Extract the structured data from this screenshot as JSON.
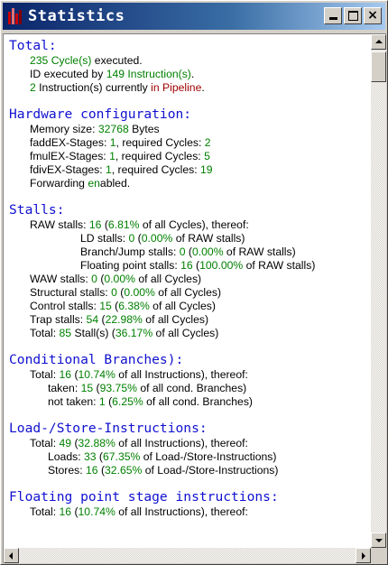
{
  "window": {
    "title": "Statistics",
    "minimize_label": "",
    "maximize_label": "",
    "close_label": "×"
  },
  "icon_colors": [
    "#cc0000",
    "#e07070",
    "#cc0000",
    "#800000"
  ],
  "sections": [
    {
      "heading": "Total:",
      "lines": [
        {
          "level": 1,
          "parts": [
            {
              "t": "235 Cycle(s)",
              "c": "g"
            },
            {
              "t": " executed."
            }
          ]
        },
        {
          "level": 1,
          "parts": [
            {
              "t": "ID executed by "
            },
            {
              "t": "149 Instruction(s)",
              "c": "g"
            },
            {
              "t": "."
            }
          ]
        },
        {
          "level": 1,
          "parts": [
            {
              "t": "2",
              "c": "g"
            },
            {
              "t": " Instruction(s) currently "
            },
            {
              "t": "in Pipeline",
              "c": "r"
            },
            {
              "t": "."
            }
          ]
        }
      ]
    },
    {
      "heading": "Hardware configuration:",
      "lines": [
        {
          "level": 1,
          "parts": [
            {
              "t": "Memory size: "
            },
            {
              "t": "32768",
              "c": "g"
            },
            {
              "t": " Bytes"
            }
          ]
        },
        {
          "level": 1,
          "parts": [
            {
              "t": "faddEX-Stages: "
            },
            {
              "t": "1",
              "c": "g"
            },
            {
              "t": ", required Cycles: "
            },
            {
              "t": "2",
              "c": "g"
            }
          ]
        },
        {
          "level": 1,
          "parts": [
            {
              "t": "fmulEX-Stages: "
            },
            {
              "t": "1",
              "c": "g"
            },
            {
              "t": ", required Cycles: "
            },
            {
              "t": "5",
              "c": "g"
            }
          ]
        },
        {
          "level": 1,
          "parts": [
            {
              "t": "fdivEX-Stages: "
            },
            {
              "t": "1",
              "c": "g"
            },
            {
              "t": ", required Cycles: "
            },
            {
              "t": "19",
              "c": "g"
            }
          ]
        },
        {
          "level": 1,
          "parts": [
            {
              "t": "Forwarding "
            },
            {
              "t": "en",
              "c": "g"
            },
            {
              "t": "abled."
            }
          ]
        }
      ]
    },
    {
      "heading": "Stalls:",
      "lines": [
        {
          "level": 1,
          "parts": [
            {
              "t": "RAW stalls: "
            },
            {
              "t": "16",
              "c": "g"
            },
            {
              "t": " ("
            },
            {
              "t": "6.81%",
              "c": "g"
            },
            {
              "t": " of all Cycles), thereof:"
            }
          ]
        },
        {
          "level": 3,
          "parts": [
            {
              "t": "LD stalls: "
            },
            {
              "t": "0",
              "c": "g"
            },
            {
              "t": " ("
            },
            {
              "t": "0.00%",
              "c": "g"
            },
            {
              "t": " of RAW stalls)"
            }
          ]
        },
        {
          "level": 3,
          "parts": [
            {
              "t": "Branch/Jump stalls: "
            },
            {
              "t": "0",
              "c": "g"
            },
            {
              "t": " ("
            },
            {
              "t": "0.00%",
              "c": "g"
            },
            {
              "t": " of RAW stalls)"
            }
          ]
        },
        {
          "level": 3,
          "parts": [
            {
              "t": "Floating point stalls: "
            },
            {
              "t": "16",
              "c": "g"
            },
            {
              "t": " ("
            },
            {
              "t": "100.00%",
              "c": "g"
            },
            {
              "t": " of RAW stalls)"
            }
          ]
        },
        {
          "level": 1,
          "parts": [
            {
              "t": "WAW stalls: "
            },
            {
              "t": "0",
              "c": "g"
            },
            {
              "t": " ("
            },
            {
              "t": "0.00%",
              "c": "g"
            },
            {
              "t": " of all Cycles)"
            }
          ]
        },
        {
          "level": 1,
          "parts": [
            {
              "t": "Structural stalls: "
            },
            {
              "t": "0",
              "c": "g"
            },
            {
              "t": " ("
            },
            {
              "t": "0.00%",
              "c": "g"
            },
            {
              "t": " of all Cycles)"
            }
          ]
        },
        {
          "level": 1,
          "parts": [
            {
              "t": "Control stalls: "
            },
            {
              "t": "15",
              "c": "g"
            },
            {
              "t": " ("
            },
            {
              "t": "6.38%",
              "c": "g"
            },
            {
              "t": " of all Cycles)"
            }
          ]
        },
        {
          "level": 1,
          "parts": [
            {
              "t": "Trap stalls: "
            },
            {
              "t": "54",
              "c": "g"
            },
            {
              "t": " ("
            },
            {
              "t": "22.98%",
              "c": "g"
            },
            {
              "t": " of all Cycles)"
            }
          ]
        },
        {
          "level": 1,
          "parts": [
            {
              "t": "Total: "
            },
            {
              "t": "85",
              "c": "g"
            },
            {
              "t": " Stall(s) ("
            },
            {
              "t": "36.17%",
              "c": "g"
            },
            {
              "t": " of all Cycles)"
            }
          ]
        }
      ]
    },
    {
      "heading": "Conditional Branches):",
      "lines": [
        {
          "level": 1,
          "parts": [
            {
              "t": "Total: "
            },
            {
              "t": "16",
              "c": "g"
            },
            {
              "t": " ("
            },
            {
              "t": "10.74%",
              "c": "g"
            },
            {
              "t": " of all Instructions), thereof:"
            }
          ]
        },
        {
          "level": 2,
          "parts": [
            {
              "t": "taken: "
            },
            {
              "t": "15",
              "c": "g"
            },
            {
              "t": " ("
            },
            {
              "t": "93.75%",
              "c": "g"
            },
            {
              "t": " of all cond. Branches)"
            }
          ]
        },
        {
          "level": 2,
          "parts": [
            {
              "t": "not taken: "
            },
            {
              "t": "1",
              "c": "g"
            },
            {
              "t": " ("
            },
            {
              "t": "6.25%",
              "c": "g"
            },
            {
              "t": " of all cond. Branches)"
            }
          ]
        }
      ]
    },
    {
      "heading": "Load-/Store-Instructions:",
      "lines": [
        {
          "level": 1,
          "parts": [
            {
              "t": "Total: "
            },
            {
              "t": "49",
              "c": "g"
            },
            {
              "t": " ("
            },
            {
              "t": "32.88%",
              "c": "g"
            },
            {
              "t": " of all Instructions), thereof:"
            }
          ]
        },
        {
          "level": 2,
          "parts": [
            {
              "t": "Loads: "
            },
            {
              "t": "33",
              "c": "g"
            },
            {
              "t": " ("
            },
            {
              "t": "67.35%",
              "c": "g"
            },
            {
              "t": " of Load-/Store-Instructions)"
            }
          ]
        },
        {
          "level": 2,
          "parts": [
            {
              "t": "Stores: "
            },
            {
              "t": "16",
              "c": "g"
            },
            {
              "t": " ("
            },
            {
              "t": "32.65%",
              "c": "g"
            },
            {
              "t": " of Load-/Store-Instructions)"
            }
          ]
        }
      ]
    },
    {
      "heading": "Floating point stage instructions:",
      "lines": [
        {
          "level": 1,
          "parts": [
            {
              "t": "Total: "
            },
            {
              "t": "16",
              "c": "g"
            },
            {
              "t": " ("
            },
            {
              "t": "10.74%",
              "c": "g"
            },
            {
              "t": " of all Instructions), thereof:"
            }
          ]
        }
      ]
    }
  ]
}
